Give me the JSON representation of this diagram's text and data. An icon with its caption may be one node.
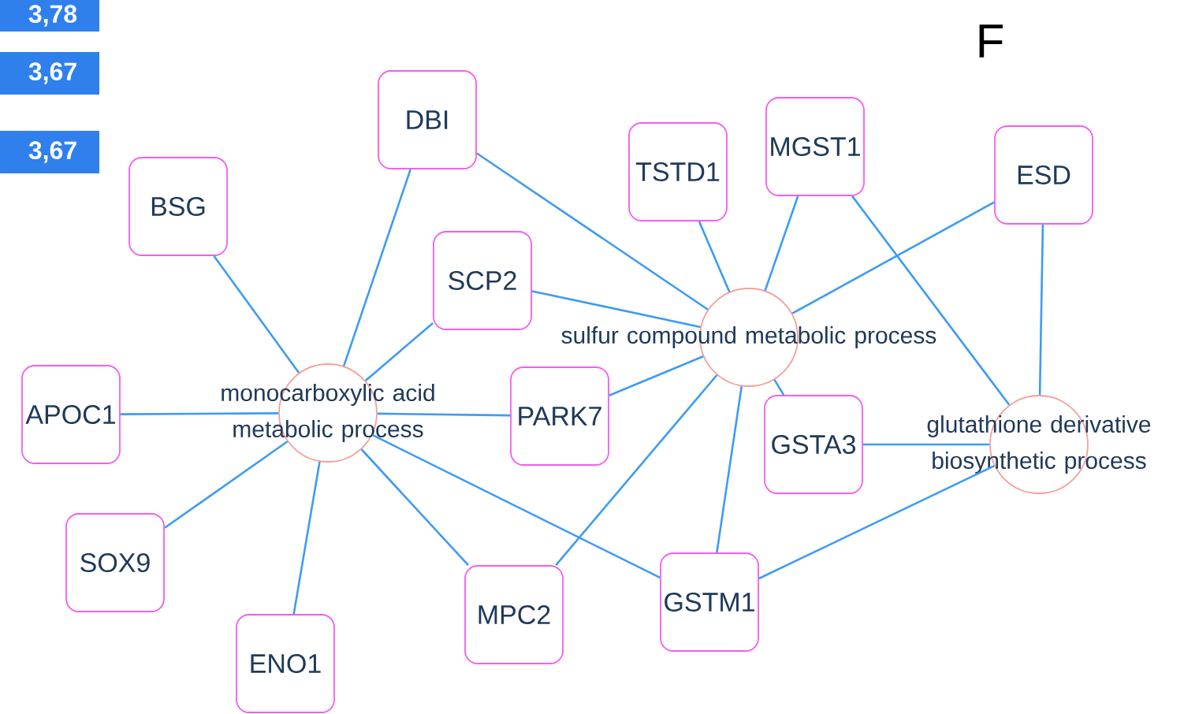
{
  "diagram": {
    "nodes": [
      {
        "text": [
          "DBI"
        ]
      },
      {
        "text": [
          "BSG"
        ]
      },
      {
        "text": [
          "TSTD1"
        ]
      },
      {
        "text": [
          "MGST1"
        ]
      },
      {
        "text": [
          "ESD"
        ]
      },
      {
        "text": [
          "SCP2"
        ]
      },
      {
        "text": [
          "sulfur compound metabolic process"
        ]
      },
      {
        "text": [
          "APOC1"
        ]
      },
      {
        "text": [
          "monocarboxylic acid metabolic process"
        ]
      },
      {
        "text": [
          "PARK7"
        ]
      },
      {
        "text": [
          "GSTA3"
        ]
      },
      {
        "text": [
          "glutathione derivative biosynthetic process"
        ]
      },
      {
        "text": [
          "SOX9"
        ]
      },
      {
        "text": [
          "MPC2"
        ]
      },
      {
        "text": [
          "GSTM1"
        ]
      },
      {
        "text": [
          "ENO1"
        ]
      }
    ],
    "edges": [
      {
        "from": 0,
        "to": 8,
        "arrow": "none"
      },
      {
        "from": 0,
        "to": 6,
        "arrow": "none"
      },
      {
        "from": 1,
        "to": 8,
        "arrow": "none"
      },
      {
        "from": 2,
        "to": 6,
        "arrow": "none"
      },
      {
        "from": 3,
        "to": 6,
        "arrow": "none"
      },
      {
        "from": 3,
        "to": 11,
        "arrow": "none"
      },
      {
        "from": 4,
        "to": 6,
        "arrow": "none"
      },
      {
        "from": 4,
        "to": 11,
        "arrow": "none"
      },
      {
        "from": 5,
        "to": 8,
        "arrow": "none"
      },
      {
        "from": 5,
        "to": 6,
        "arrow": "none"
      },
      {
        "from": 7,
        "to": 8,
        "arrow": "none"
      },
      {
        "from": 8,
        "to": 9,
        "arrow": "none"
      },
      {
        "from": 9,
        "to": 6,
        "arrow": "none"
      },
      {
        "from": 6,
        "to": 10,
        "arrow": "none"
      },
      {
        "from": 10,
        "to": 11,
        "arrow": "none"
      },
      {
        "from": 6,
        "to": 13,
        "arrow": "none"
      },
      {
        "from": 6,
        "to": 14,
        "arrow": "none"
      },
      {
        "from": 12,
        "to": 8,
        "arrow": "none"
      },
      {
        "from": 8,
        "to": 15,
        "arrow": "none"
      },
      {
        "from": 8,
        "to": 13,
        "arrow": "none"
      },
      {
        "from": 8,
        "to": 14,
        "arrow": "none"
      },
      {
        "from": 14,
        "to": 11,
        "arrow": "none"
      }
    ],
    "labels": [
      "3,78",
      "3,67",
      "3,67",
      "F"
    ]
  }
}
